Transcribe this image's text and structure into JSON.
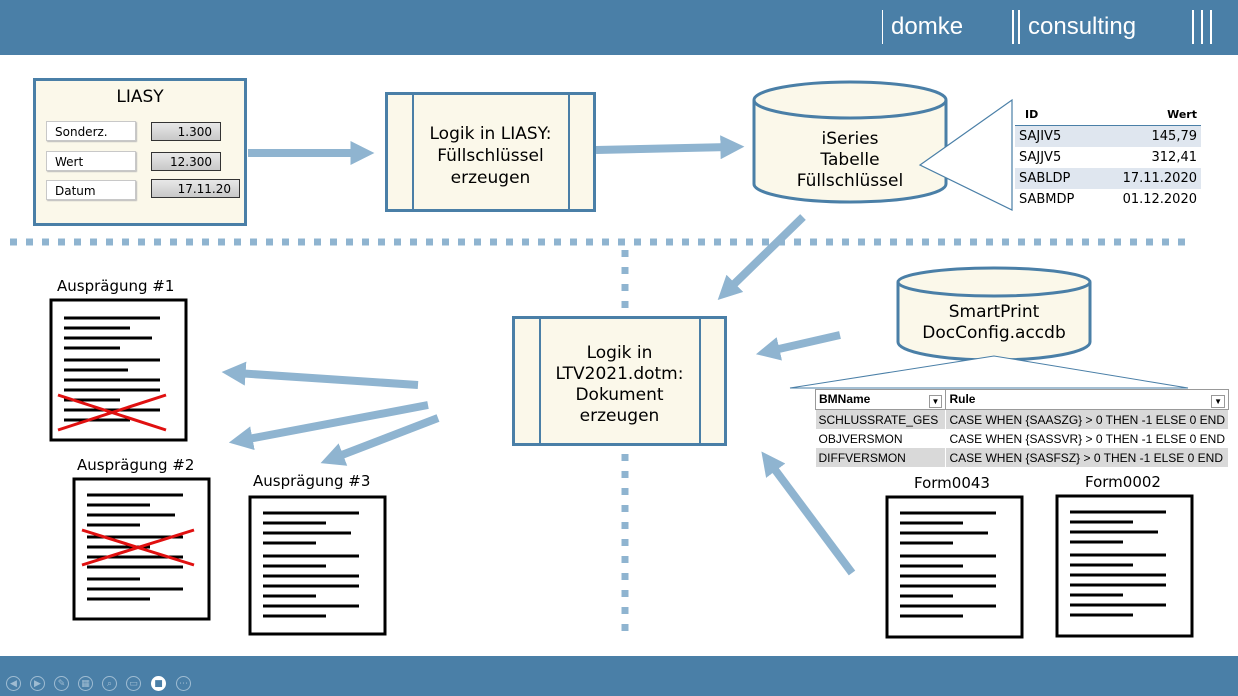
{
  "header": {
    "brand_left": "domke",
    "brand_right": "consulting"
  },
  "liasy": {
    "title": "LIASY",
    "fields": [
      {
        "label": "Sonderz.",
        "value": "1.300"
      },
      {
        "label": "Wert",
        "value": "12.300"
      },
      {
        "label": "Datum",
        "value": "17.11.20"
      }
    ]
  },
  "process1": {
    "lines": [
      "Logik in LIASY:",
      "Füllschlüssel",
      "erzeugen"
    ]
  },
  "db1": {
    "lines": [
      "iSeries",
      "Tabelle",
      "Füllschlüssel"
    ]
  },
  "wert_table": {
    "headers": [
      "ID",
      "Wert"
    ],
    "rows": [
      [
        "SAJIV5",
        "145,79"
      ],
      [
        "SAJJV5",
        "312,41"
      ],
      [
        "SABLDP",
        "17.11.2020"
      ],
      [
        "SABMDP",
        "01.12.2020"
      ]
    ]
  },
  "process2": {
    "lines": [
      "Logik in",
      "LTV2021.dotm:",
      "Dokument",
      "erzeugen"
    ]
  },
  "db2": {
    "lines": [
      "SmartPrint",
      "DocConfig.accdb"
    ]
  },
  "rule_table": {
    "headers": [
      "BMName",
      "Rule"
    ],
    "rows": [
      [
        "SCHLUSSRATE_GES",
        "CASE WHEN {SAASZG} > 0 THEN -1 ELSE 0 END"
      ],
      [
        "OBJVERSMON",
        "CASE WHEN {SASSVR} > 0 THEN -1 ELSE 0 END"
      ],
      [
        "DIFFVERSMON",
        "CASE WHEN {SASFSZ} > 0 THEN -1 ELSE 0 END"
      ]
    ]
  },
  "outputs": [
    {
      "label": "Ausprägung #1"
    },
    {
      "label": "Ausprägung #2"
    },
    {
      "label": "Ausprägung #3"
    }
  ],
  "forms": [
    {
      "label": "Form0043"
    },
    {
      "label": "Form0002"
    }
  ],
  "colors": {
    "accent": "#4a7fa7",
    "arrow": "#8fb4d0",
    "box_fill": "#fbf8ea",
    "cross": "#e01010"
  }
}
